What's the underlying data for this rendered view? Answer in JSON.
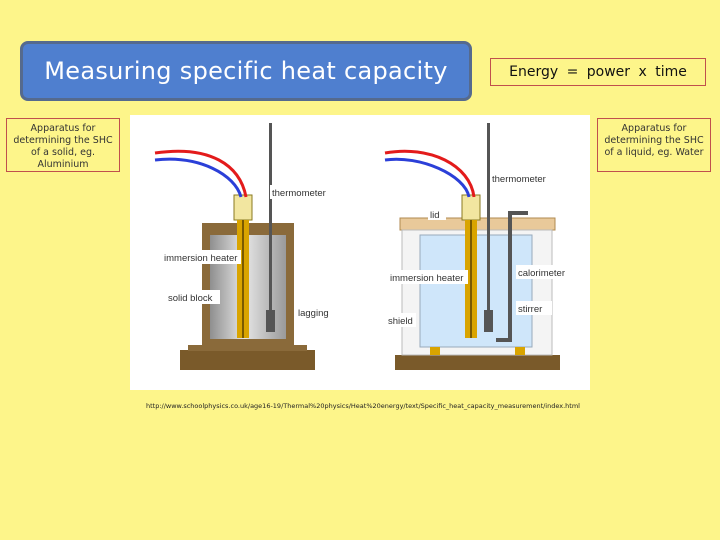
{
  "slide": {
    "title": "Measuring specific heat capacity",
    "formula": "Energy  =  power  x  time",
    "note_left": "Apparatus for determining the SHC of a solid, eg. Aluminium",
    "note_right": "Apparatus for determining the SHC of a liquid, eg. Water",
    "source_url": "http://www.schoolphysics.co.uk/age16-19/Thermal%20physics/Heat%20energy/text/Specific_heat_capacity_measurement/index.html"
  },
  "diagram": {
    "solid_labels": {
      "thermometer": "thermometer",
      "immersion_heater": "immersion heater",
      "solid_block": "solid block",
      "lagging": "lagging"
    },
    "liquid_labels": {
      "thermometer": "thermometer",
      "lid": "lid",
      "immersion_heater": "immersion heater",
      "calorimeter": "calorimeter",
      "stirrer": "stirrer",
      "shield": "shield"
    },
    "colors": {
      "wire_red": "#e31b1b",
      "wire_blue": "#2b3fd8",
      "heater": "#d9a400",
      "base": "#7a5a2a",
      "liquid": "#cfe6fa"
    }
  }
}
